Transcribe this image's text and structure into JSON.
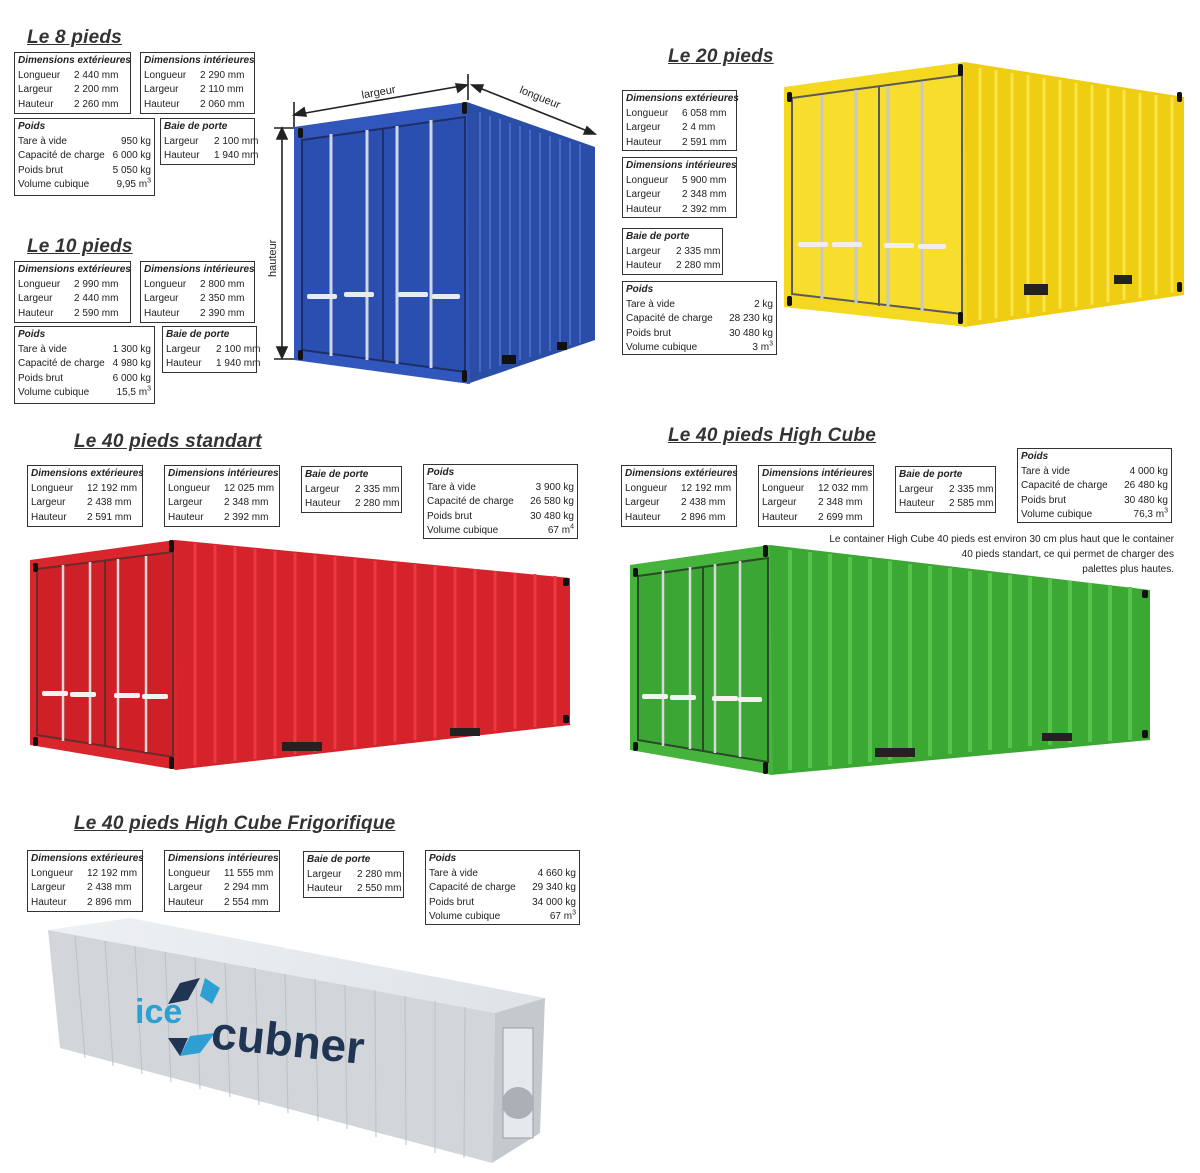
{
  "sections": {
    "c8": {
      "title": "Le 8 pieds",
      "ext": {
        "heading": "Dimensions extérieures",
        "rows": [
          {
            "label": "Longueur",
            "value": "2 440 mm"
          },
          {
            "label": "Largeur",
            "value": "2 200 mm"
          },
          {
            "label": "Hauteur",
            "value": "2 260 mm"
          }
        ]
      },
      "int": {
        "heading": "Dimensions intérieures",
        "rows": [
          {
            "label": "Longueur",
            "value": "2 290 mm"
          },
          {
            "label": "Largeur",
            "value": "2 110 mm"
          },
          {
            "label": "Hauteur",
            "value": "2 060 mm"
          }
        ]
      },
      "weight": {
        "heading": "Poids",
        "rows": [
          {
            "label": "Tare à vide",
            "value": "950 kg"
          },
          {
            "label": "Capacité de charge",
            "value": "6 000 kg"
          },
          {
            "label": "Poids brut",
            "value": "5 050 kg"
          },
          {
            "label": "Volume cubique",
            "value": "9,95 m",
            "sup": "3"
          }
        ]
      },
      "door": {
        "heading": "Baie de porte",
        "rows": [
          {
            "label": "Largeur",
            "value": "2 100 mm"
          },
          {
            "label": "Hauteur",
            "value": "1 940 mm"
          }
        ]
      }
    },
    "c10": {
      "title": "Le 10 pieds",
      "ext": {
        "heading": "Dimensions extérieures",
        "rows": [
          {
            "label": "Longueur",
            "value": "2 990 mm"
          },
          {
            "label": "Largeur",
            "value": "2 440 mm"
          },
          {
            "label": "Hauteur",
            "value": "2 590 mm"
          }
        ]
      },
      "int": {
        "heading": "Dimensions intérieures",
        "rows": [
          {
            "label": "Longueur",
            "value": "2 800 mm"
          },
          {
            "label": "Largeur",
            "value": "2 350 mm"
          },
          {
            "label": "Hauteur",
            "value": "2 390 mm"
          }
        ]
      },
      "weight": {
        "heading": "Poids",
        "rows": [
          {
            "label": "Tare à vide",
            "value": "1 300 kg"
          },
          {
            "label": "Capacité de charge",
            "value": "4 980 kg"
          },
          {
            "label": "Poids brut",
            "value": "6 000 kg"
          },
          {
            "label": "Volume cubique",
            "value": "15,5 m",
            "sup": "3"
          }
        ]
      },
      "door": {
        "heading": "Baie de porte",
        "rows": [
          {
            "label": "Largeur",
            "value": "2 100 mm"
          },
          {
            "label": "Hauteur",
            "value": "1 940 mm"
          }
        ]
      }
    },
    "c20": {
      "title": "Le 20 pieds",
      "ext": {
        "heading": "Dimensions extérieures",
        "rows": [
          {
            "label": "Longueur",
            "value": "6 058 mm"
          },
          {
            "label": "Largeur",
            "value": "2 4 mm"
          },
          {
            "label": "Hauteur",
            "value": "2 591 mm"
          }
        ]
      },
      "int": {
        "heading": "Dimensions intérieures",
        "rows": [
          {
            "label": "Longueur",
            "value": "5 900 mm"
          },
          {
            "label": "Largeur",
            "value": "2 348 mm"
          },
          {
            "label": "Hauteur",
            "value": "2 392 mm"
          }
        ]
      },
      "door": {
        "heading": "Baie de porte",
        "rows": [
          {
            "label": "Largeur",
            "value": "2 335 mm"
          },
          {
            "label": "Hauteur",
            "value": "2 280 mm"
          }
        ]
      },
      "weight": {
        "heading": "Poids",
        "rows": [
          {
            "label": "Tare à vide",
            "value": "2  kg"
          },
          {
            "label": "Capacité de charge",
            "value": "28 230 kg"
          },
          {
            "label": "Poids brut",
            "value": "30 480 kg"
          },
          {
            "label": "Volume cubique",
            "value": "3 m",
            "sup": "3"
          }
        ]
      }
    },
    "c40": {
      "title": "Le 40 pieds standart",
      "ext": {
        "heading": "Dimensions extérieures",
        "rows": [
          {
            "label": "Longueur",
            "value": "12 192 mm"
          },
          {
            "label": "Largeur",
            "value": "2 438 mm"
          },
          {
            "label": "Hauteur",
            "value": "2 591 mm"
          }
        ]
      },
      "int": {
        "heading": "Dimensions intérieures",
        "rows": [
          {
            "label": "Longueur",
            "value": "12 025 mm"
          },
          {
            "label": "Largeur",
            "value": "2 348 mm"
          },
          {
            "label": "Hauteur",
            "value": "2 392 mm"
          }
        ]
      },
      "door": {
        "heading": "Baie de porte",
        "rows": [
          {
            "label": "Largeur",
            "value": "2 335 mm"
          },
          {
            "label": "Hauteur",
            "value": "2 280 mm"
          }
        ]
      },
      "weight": {
        "heading": "Poids",
        "rows": [
          {
            "label": "Tare à vide",
            "value": "3 900 kg"
          },
          {
            "label": "Capacité de charge",
            "value": "26 580 kg"
          },
          {
            "label": "Poids brut",
            "value": "30 480 kg"
          },
          {
            "label": "Volume cubique",
            "value": "67 m",
            "sup": "4"
          }
        ]
      }
    },
    "c40hc": {
      "title": "Le 40 pieds High Cube",
      "ext": {
        "heading": "Dimensions extérieures",
        "rows": [
          {
            "label": "Longueur",
            "value": "12 192 mm"
          },
          {
            "label": "Largeur",
            "value": "2 438 mm"
          },
          {
            "label": "Hauteur",
            "value": "2 896 mm"
          }
        ]
      },
      "int": {
        "heading": "Dimensions intérieures",
        "rows": [
          {
            "label": "Longueur",
            "value": "12 032 mm"
          },
          {
            "label": "Largeur",
            "value": "2 348 mm"
          },
          {
            "label": "Hauteur",
            "value": "2 699 mm"
          }
        ]
      },
      "door": {
        "heading": "Baie de porte",
        "rows": [
          {
            "label": "Largeur",
            "value": "2 335 mm"
          },
          {
            "label": "Hauteur",
            "value": "2 585 mm"
          }
        ]
      },
      "weight": {
        "heading": "Poids",
        "rows": [
          {
            "label": "Tare à vide",
            "value": "4 000 kg"
          },
          {
            "label": "Capacité de charge",
            "value": "26 480 kg"
          },
          {
            "label": "Poids brut",
            "value": "30 480 kg"
          },
          {
            "label": "Volume cubique",
            "value": "76,3 m",
            "sup": "3"
          }
        ]
      },
      "note": [
        "Le container High Cube 40 pieds est environ 30 cm plus haut que le container",
        "40 pieds standart, ce qui permet de charger des",
        "palettes plus hautes."
      ]
    },
    "c40hcf": {
      "title": "Le 40 pieds High Cube Frigorifique",
      "ext": {
        "heading": "Dimensions extérieures",
        "rows": [
          {
            "label": "Longueur",
            "value": "12 192 mm"
          },
          {
            "label": "Largeur",
            "value": "2 438 mm"
          },
          {
            "label": "Hauteur",
            "value": "2 896 mm"
          }
        ]
      },
      "int": {
        "heading": "Dimensions intérieures",
        "rows": [
          {
            "label": "Longueur",
            "value": "11 555 mm"
          },
          {
            "label": "Largeur",
            "value": "2 294 mm"
          },
          {
            "label": "Hauteur",
            "value": "2 554 mm"
          }
        ]
      },
      "door": {
        "heading": "Baie de porte",
        "rows": [
          {
            "label": "Largeur",
            "value": "2 280 mm"
          },
          {
            "label": "Hauteur",
            "value": "2 550 mm"
          }
        ]
      },
      "weight": {
        "heading": "Poids",
        "rows": [
          {
            "label": "Tare à vide",
            "value": "4 660 kg"
          },
          {
            "label": "Capacité de charge",
            "value": "29 340 kg"
          },
          {
            "label": "Poids brut",
            "value": "34 000 kg"
          },
          {
            "label": "Volume cubique",
            "value": "67 m",
            "sup": "3"
          }
        ]
      },
      "brand": {
        "left": "ice",
        "right": "cubner"
      }
    }
  },
  "diagram_labels": {
    "largeur": "largeur",
    "longueur": "longueur",
    "hauteur": "hauteur"
  },
  "colors": {
    "blue": "#2f55b8",
    "yellow": "#f7dc1e",
    "red": "#d9232a",
    "green": "#3fae3a",
    "grey": "#d5d9dd",
    "brand_light": "#2e9fd3",
    "brand_dark": "#1f3553"
  }
}
